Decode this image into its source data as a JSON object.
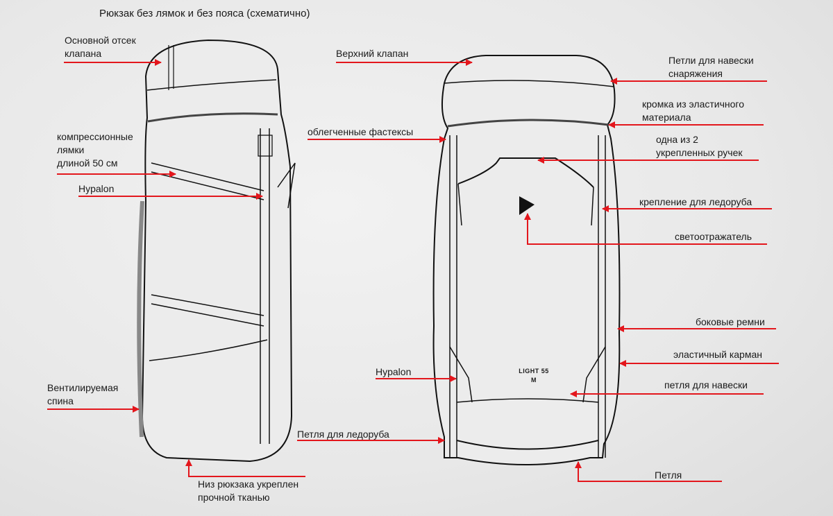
{
  "title": "Рюкзак без лямок и без пояса (схематично)",
  "accent_color": "#e3161c",
  "labels": {
    "main_compartment": [
      "Основной отсек",
      "клапана"
    ],
    "top_lid": "Верхний клапан",
    "gear_loops": [
      "Петли для навески",
      "снаряжения"
    ],
    "elastic_edge": [
      "кромка из эластичного",
      "материала"
    ],
    "light_buckles": "облегченные фастексы",
    "handle": [
      "одна из 2",
      "укрепленных ручек"
    ],
    "compression_straps": [
      "компрессионные",
      "лямки",
      "длиной 50 см"
    ],
    "hypalon_left": "Hypalon",
    "ice_axe_holder": "крепление для ледоруба",
    "reflector": "светоотражатель",
    "side_straps": "боковые ремни",
    "elastic_pocket": "эластичный карман",
    "hypalon_right": "Hypalon",
    "hang_loop": "петля для навески",
    "ventilated_back": [
      "Вентилируемая",
      "спина"
    ],
    "ice_axe_loop": "Петля для ледоруба",
    "reinforced_bottom": [
      "Низ рюкзака укреплен",
      "прочной тканью"
    ],
    "loop": "Петля"
  },
  "model": {
    "name": "LIGHT 55",
    "size": "M"
  }
}
